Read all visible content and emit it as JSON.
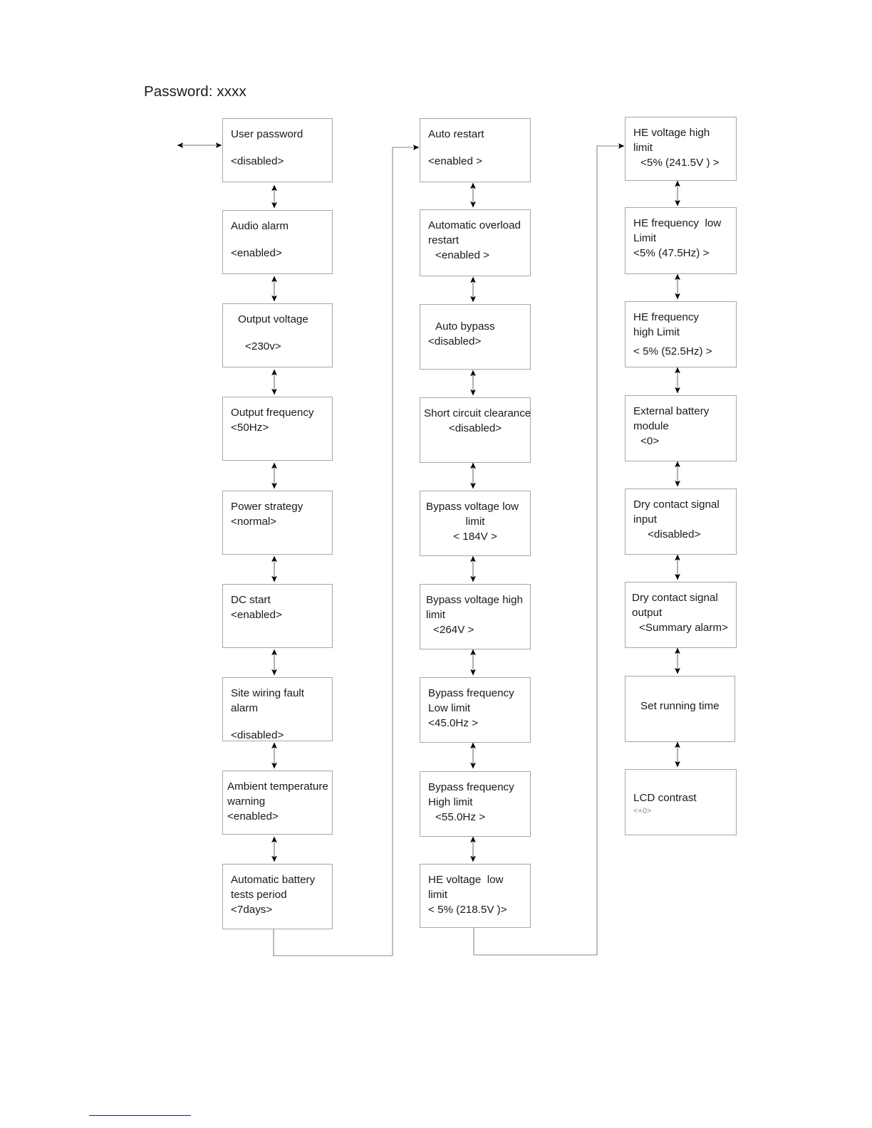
{
  "page": {
    "title": "Password: xxxx",
    "footer_rule_color": "#181878",
    "box_border_color": "#a6a6a6",
    "arrow_color": "#000000",
    "connector_color": "#7f7f7f"
  },
  "columns": [
    {
      "name": "column-1",
      "nodes": [
        {
          "id": "user-password",
          "lines": [
            {
              "t": "User password",
              "align": "left"
            },
            {
              "t": "<disabled>",
              "align": "left",
              "gap": true
            }
          ]
        },
        {
          "id": "audio-alarm",
          "lines": [
            {
              "t": "Audio alarm",
              "align": "left"
            },
            {
              "t": "<enabled>",
              "align": "left",
              "gap": true
            }
          ]
        },
        {
          "id": "output-voltage",
          "lines": [
            {
              "t": "Output voltage",
              "align": "left",
              "indent": 1
            },
            {
              "t": "<230v>",
              "align": "left",
              "indent": 2,
              "gap": true
            }
          ]
        },
        {
          "id": "output-frequency",
          "lines": [
            {
              "t": "Output frequency",
              "align": "left"
            },
            {
              "t": "<50Hz>",
              "align": "left"
            }
          ]
        },
        {
          "id": "power-strategy",
          "lines": [
            {
              "t": "Power strategy",
              "align": "left"
            },
            {
              "t": "<normal>",
              "align": "left"
            }
          ]
        },
        {
          "id": "dc-start",
          "lines": [
            {
              "t": "DC start",
              "align": "left"
            },
            {
              "t": "<enabled>",
              "align": "left"
            }
          ]
        },
        {
          "id": "site-wiring-fault-alarm",
          "lines": [
            {
              "t": "Site wiring fault",
              "align": "left"
            },
            {
              "t": "alarm",
              "align": "left"
            },
            {
              "t": "<disabled>",
              "align": "left",
              "gap": true
            }
          ]
        },
        {
          "id": "ambient-temperature-warning",
          "lines": [
            {
              "t": "Ambient temperature",
              "align": "left"
            },
            {
              "t": "warning",
              "align": "left"
            },
            {
              "t": "<enabled>",
              "align": "left"
            }
          ]
        },
        {
          "id": "automatic-battery-tests-period",
          "lines": [
            {
              "t": "Automatic battery",
              "align": "left"
            },
            {
              "t": "tests period",
              "align": "left"
            },
            {
              "t": "<7days>",
              "align": "left"
            }
          ]
        }
      ]
    },
    {
      "name": "column-2",
      "nodes": [
        {
          "id": "auto-restart",
          "lines": [
            {
              "t": "Auto restart",
              "align": "left"
            },
            {
              "t": "<enabled >",
              "align": "left",
              "gap": true
            }
          ]
        },
        {
          "id": "automatic-overload-restart",
          "lines": [
            {
              "t": "Automatic overload",
              "align": "left"
            },
            {
              "t": "restart",
              "align": "left"
            },
            {
              "t": "<enabled >",
              "align": "left",
              "indent": 1
            }
          ]
        },
        {
          "id": "auto-bypass",
          "lines": [
            {
              "t": "Auto bypass",
              "align": "left",
              "indent": 1
            },
            {
              "t": "<disabled>",
              "align": "left"
            }
          ]
        },
        {
          "id": "short-circuit-clearance",
          "lines": [
            {
              "t": "Short circuit clearance",
              "align": "left"
            },
            {
              "t": "<disabled>",
              "align": "center"
            }
          ]
        },
        {
          "id": "bypass-voltage-low-limit",
          "lines": [
            {
              "t": "Bypass voltage low",
              "align": "left"
            },
            {
              "t": "limit",
              "align": "center"
            },
            {
              "t": "< 184V >",
              "align": "center"
            }
          ]
        },
        {
          "id": "bypass-voltage-high-limit",
          "lines": [
            {
              "t": "Bypass voltage high",
              "align": "left"
            },
            {
              "t": "limit",
              "align": "left"
            },
            {
              "t": "<264V >",
              "align": "left",
              "indent": 1
            }
          ]
        },
        {
          "id": "bypass-frequency-low-limit",
          "lines": [
            {
              "t": "Bypass frequency",
              "align": "left"
            },
            {
              "t": "Low limit",
              "align": "left"
            },
            {
              "t": "<45.0Hz >",
              "align": "left"
            }
          ]
        },
        {
          "id": "bypass-frequency-high-limit",
          "lines": [
            {
              "t": "Bypass frequency",
              "align": "left"
            },
            {
              "t": "High limit",
              "align": "left"
            },
            {
              "t": "<55.0Hz >",
              "align": "left",
              "indent": 1
            }
          ]
        },
        {
          "id": "he-voltage-low-limit",
          "lines": [
            {
              "t": "HE voltage  low",
              "align": "left"
            },
            {
              "t": "limit",
              "align": "left"
            },
            {
              "t": "< 5% (218.5V )>",
              "align": "left"
            }
          ]
        }
      ]
    },
    {
      "name": "column-3",
      "nodes": [
        {
          "id": "he-voltage-high-limit",
          "lines": [
            {
              "t": "HE voltage high",
              "align": "left"
            },
            {
              "t": "limit",
              "align": "left"
            },
            {
              "t": "<5% (241.5V ) >",
              "align": "left",
              "indent": 1
            }
          ]
        },
        {
          "id": "he-frequency-low-limit",
          "lines": [
            {
              "t": "HE frequency  low",
              "align": "left"
            },
            {
              "t": "Limit",
              "align": "left"
            },
            {
              "t": "<5% (47.5Hz) >",
              "align": "left"
            }
          ]
        },
        {
          "id": "he-frequency-high-limit",
          "lines": [
            {
              "t": "HE frequency",
              "align": "left"
            },
            {
              "t": "high Limit",
              "align": "left"
            },
            {
              "t": "< 5% (52.5Hz) >",
              "align": "left",
              "gap": false
            }
          ]
        },
        {
          "id": "external-battery-module",
          "lines": [
            {
              "t": "External battery",
              "align": "left"
            },
            {
              "t": "module",
              "align": "left"
            },
            {
              "t": "<0>",
              "align": "left",
              "indent": 1
            }
          ]
        },
        {
          "id": "dry-contact-signal-input",
          "lines": [
            {
              "t": "Dry contact signal",
              "align": "left"
            },
            {
              "t": "input",
              "align": "left"
            },
            {
              "t": "<disabled>",
              "align": "left",
              "indent": 2
            }
          ]
        },
        {
          "id": "dry-contact-signal-output",
          "lines": [
            {
              "t": "Dry contact signal",
              "align": "left"
            },
            {
              "t": "output",
              "align": "left"
            },
            {
              "t": "<Summary alarm>",
              "align": "left",
              "indent": 1
            }
          ]
        },
        {
          "id": "set-running-time",
          "lines": [
            {
              "t": "Set running time",
              "align": "left",
              "indent": 1
            }
          ]
        },
        {
          "id": "lcd-contrast",
          "lines": [
            {
              "t": "LCD contrast",
              "align": "left"
            },
            {
              "t": "<+0>",
              "align": "left",
              "small": true
            }
          ]
        }
      ]
    }
  ]
}
